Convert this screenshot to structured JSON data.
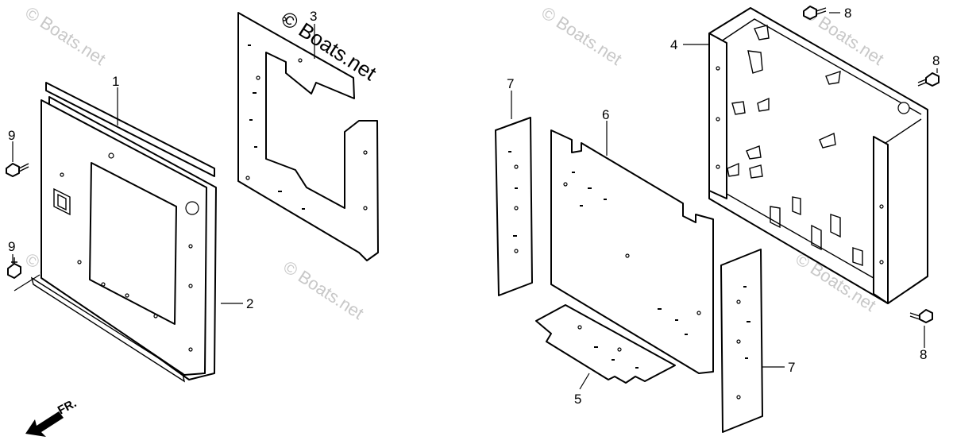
{
  "watermark": {
    "text": "© Boats.net"
  },
  "callouts": {
    "p1": "1",
    "p2": "2",
    "p3": "3",
    "p4": "4",
    "p5": "5",
    "p6": "6",
    "p7a": "7",
    "p7b": "7",
    "p8a": "8",
    "p8b": "8",
    "p8c": "8",
    "p9a": "9",
    "p9b": "9"
  },
  "direction": {
    "label": "FR."
  }
}
